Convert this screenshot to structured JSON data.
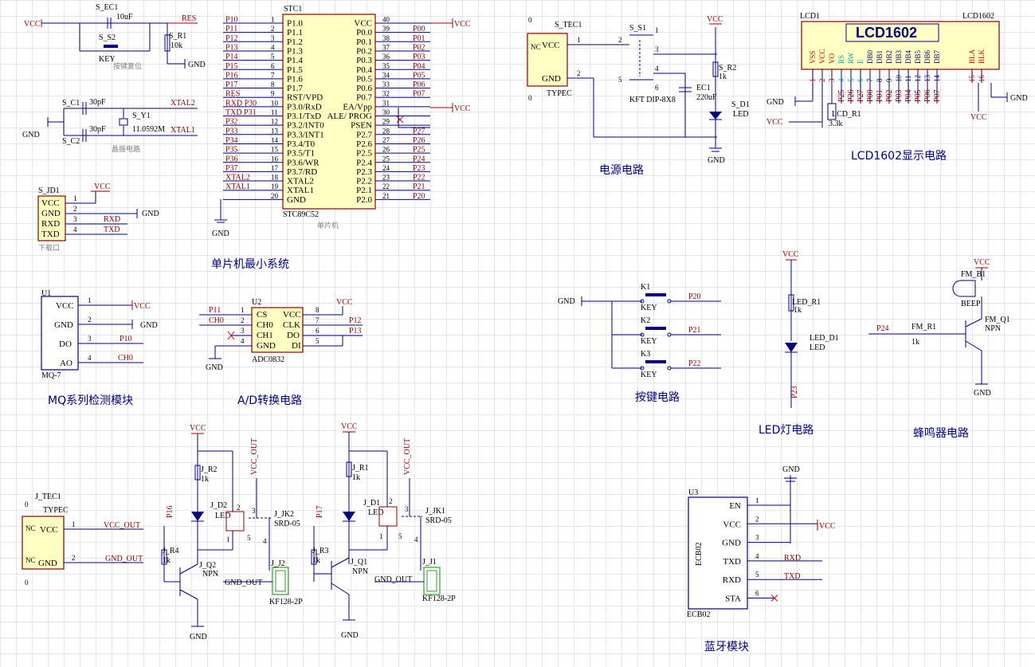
{
  "sections": {
    "mcu": "单片机最小系统",
    "power": "电源电路",
    "lcd": "LCD1602显示电路",
    "mq": "MQ系列检测模块",
    "adc": "A/D转换电路",
    "keys": "按键电路",
    "led": "LED灯电路",
    "buzzer": "蜂鸣器电路",
    "bluetooth": "蓝牙模块"
  },
  "reset": {
    "cap": "S_EC1",
    "cap_val": "10uF",
    "key": "S_S2",
    "key_label": "KEY",
    "res": "S_R1",
    "res_val": "10k",
    "note": "按键复位",
    "vcc": "VCC",
    "net": "RES",
    "gnd": "GND"
  },
  "crystal": {
    "c1": "S_C1",
    "c1_val": "30pF",
    "c2": "S_C2",
    "c2_val": "30pF",
    "y": "S_Y1",
    "y_val": "11.0592M",
    "xtal2": "XTAL2",
    "xtal1": "XTAL1",
    "note": "晶振电路",
    "gnd": "GND"
  },
  "download": {
    "ref": "S_JD1",
    "note": "下载口",
    "vcc": "VCC",
    "gnd": "GND",
    "pins": [
      "VCC",
      "GND",
      "RXD",
      "TXD"
    ],
    "nums": [
      "1",
      "2",
      "3",
      "4"
    ],
    "nets": [
      "RXD",
      "TXD"
    ]
  },
  "mcu": {
    "ref": "STC1",
    "part": "STC89C52",
    "note": "单片机",
    "gnd": "GND",
    "vcc1": "VCC",
    "vcc2": "VCC",
    "left_nets": [
      "P10",
      "P11",
      "P12",
      "P13",
      "P14",
      "P15",
      "P16",
      "P17",
      "RES",
      "RXD P30",
      "TXD P31",
      "P32",
      "P33",
      "P34",
      "P35",
      "P36",
      "P37",
      "XTAL2",
      "XTAL1",
      ""
    ],
    "left_nums": [
      "1",
      "2",
      "3",
      "4",
      "5",
      "6",
      "7",
      "8",
      "9",
      "10",
      "11",
      "12",
      "13",
      "14",
      "15",
      "16",
      "17",
      "18",
      "19",
      "20"
    ],
    "left_pins": [
      "P1.0",
      "P1.1",
      "P1.2",
      "P1.3",
      "P1.4",
      "P1.5",
      "P1.6",
      "P1.7",
      "RST/VPD",
      "P3.0/RxD",
      "P3.1/TxD",
      "P3.2/INT0",
      "P3.3/INT1",
      "P3.4/T0",
      "P3.5/T1",
      "P3.6/WR",
      "P3.7/RD",
      "XTAL2",
      "XTAL1",
      "GND"
    ],
    "right_pins": [
      "VCC",
      "P0.0",
      "P0.1",
      "P0.2",
      "P0.3",
      "P0.4",
      "P0.5",
      "P0.6",
      "P0.7",
      "EA/Vpp",
      "ALE/ PROG",
      "PSEN",
      "P2.7",
      "P2.6",
      "P2.5",
      "P2.4",
      "P2.3",
      "P2.2",
      "P2.1",
      "P2.0"
    ],
    "right_nums": [
      "40",
      "39",
      "38",
      "37",
      "36",
      "35",
      "34",
      "33",
      "32",
      "31",
      "30",
      "29",
      "28",
      "27",
      "26",
      "25",
      "24",
      "23",
      "22",
      "21"
    ],
    "right_nets": [
      "",
      "P00",
      "P01",
      "P02",
      "P03",
      "P04",
      "P05",
      "P06",
      "P07",
      "",
      "",
      "",
      "P27",
      "P26",
      "P25",
      "P24",
      "P23",
      "P22",
      "P21",
      "P20"
    ]
  },
  "power": {
    "jack": "S_TEC1",
    "type": "TYPEC",
    "nc": "NC",
    "vcc_pin": "VCC",
    "gnd_pin": "GND",
    "switch": "S_S1",
    "cap": "EC1",
    "cap_val": "220uF",
    "sw_part": "KFT DIP-8X8",
    "res": "S_R2",
    "res_val": "1k",
    "led": "S_D1",
    "led_label": "LED",
    "vcc": "VCC",
    "gnd": "GND",
    "zero": "0",
    "p1": "1",
    "p2": "2",
    "sw_nums": [
      "1",
      "2",
      "3",
      "4",
      "5",
      "6"
    ]
  },
  "lcd": {
    "ref": "LCD1",
    "part": "LCD1602",
    "title": "LCD1602",
    "pins": [
      "VSS",
      "VCC",
      "VO",
      "RS",
      "RW",
      "E",
      "DB0",
      "DB1",
      "DB2",
      "DB3",
      "DB4",
      "DB5",
      "DB6",
      "DB7",
      "BLA",
      "BLK"
    ],
    "nums": [
      "1",
      "2",
      "3",
      "4",
      "5",
      "6",
      "7",
      "8",
      "9",
      "10",
      "11",
      "12",
      "13",
      "14",
      "15",
      "16"
    ],
    "nets": [
      "P25",
      "P26",
      "P27",
      "P00",
      "P01",
      "P02",
      "P03",
      "P04",
      "P05",
      "P06",
      "P07"
    ],
    "pot": "LCD_R1",
    "pot_val": "3.3k",
    "gnd": "GND",
    "vcc": "VCC",
    "gnd2": "GND",
    "vcc2": "VCC"
  },
  "mq": {
    "ref": "U1",
    "part": "MQ-7",
    "pins": [
      "VCC",
      "GND",
      "DO",
      "AO"
    ],
    "nums": [
      "1",
      "2",
      "3",
      "4"
    ],
    "nets": [
      "VCC",
      "GND",
      "P10",
      "CH0"
    ]
  },
  "adc": {
    "ref": "U2",
    "part": "ADC0832",
    "lpins": [
      "CS",
      "CH0",
      "CH1",
      "GND"
    ],
    "lnums": [
      "1",
      "2",
      "3",
      "4"
    ],
    "lnets": [
      "P11",
      "CH0"
    ],
    "rpins": [
      "VCC",
      "CLK",
      "DO",
      "DI"
    ],
    "rnums": [
      "8",
      "7",
      "6",
      "5"
    ],
    "rnets": [
      "VCC",
      "P12",
      "P13"
    ],
    "gnd": "GND"
  },
  "keys": {
    "gnd": "GND",
    "refs": [
      "K1",
      "K2",
      "K3"
    ],
    "labels": [
      "KEY",
      "KEY",
      "KEY"
    ],
    "nets": [
      "P20",
      "P21",
      "P22"
    ]
  },
  "led": {
    "vcc": "VCC",
    "res": "LED_R1",
    "res_val": "1k",
    "diode": "LED_D1",
    "label": "LED",
    "net": "P23"
  },
  "buzzer": {
    "vcc": "VCC",
    "ref": "FM_B1",
    "label": "BEEP",
    "q": "FM_Q1",
    "q_type": "NPN",
    "res": "FM_R1",
    "res_val": "1k",
    "net": "P24",
    "gnd": "GND"
  },
  "out_jack": {
    "ref": "J_TEC1",
    "type": "TYPEC",
    "nc": "NC",
    "vcc_pin": "VCC",
    "gnd_pin": "GND",
    "vcc_net": "VCC_OUT",
    "gnd_net": "GND_OUT",
    "zero": "0",
    "p1": "1",
    "p2": "2"
  },
  "relay2": {
    "vcc": "VCC",
    "r2": "J_R2",
    "r2_val": "1k",
    "led": "J_D2",
    "led_label": "LED",
    "relay": "J_JK2",
    "relay_part": "SRD-05",
    "out": "VCC_OUT",
    "net": "P16",
    "r4": "J_R4",
    "r4_val": "1k",
    "q": "J_Q2",
    "q_type": "NPN",
    "term": "J_J2",
    "term_part": "KF128-2P",
    "gnd_out": "GND_OUT",
    "gnd": "GND",
    "nums": [
      "3",
      "4",
      "5",
      "1",
      "2"
    ]
  },
  "relay1": {
    "vcc": "VCC",
    "r1": "J_R1",
    "r1_val": "1k",
    "led": "J_D1",
    "led_label": "LED",
    "relay": "J_JK1",
    "relay_part": "SRD-05",
    "out": "VCC_OUT",
    "net": "P17",
    "r3": "J_R3",
    "r3_val": "1k",
    "q": "J_Q1",
    "q_type": "NPN",
    "term": "J_J1",
    "term_part": "KF128-2P",
    "gnd_out": "GND_OUT",
    "gnd": "GND",
    "nums": [
      "3",
      "4",
      "5",
      "1",
      "2"
    ]
  },
  "bt": {
    "ref": "U3",
    "part": "ECB02",
    "side": "ECB02",
    "pins": [
      "EN",
      "VCC",
      "GND",
      "TXD",
      "RXD",
      "STA"
    ],
    "nums": [
      "1",
      "2",
      "3",
      "4",
      "5",
      "6"
    ],
    "nets": [
      "VCC",
      "RXD",
      "TXD"
    ],
    "gnd": "GND"
  }
}
